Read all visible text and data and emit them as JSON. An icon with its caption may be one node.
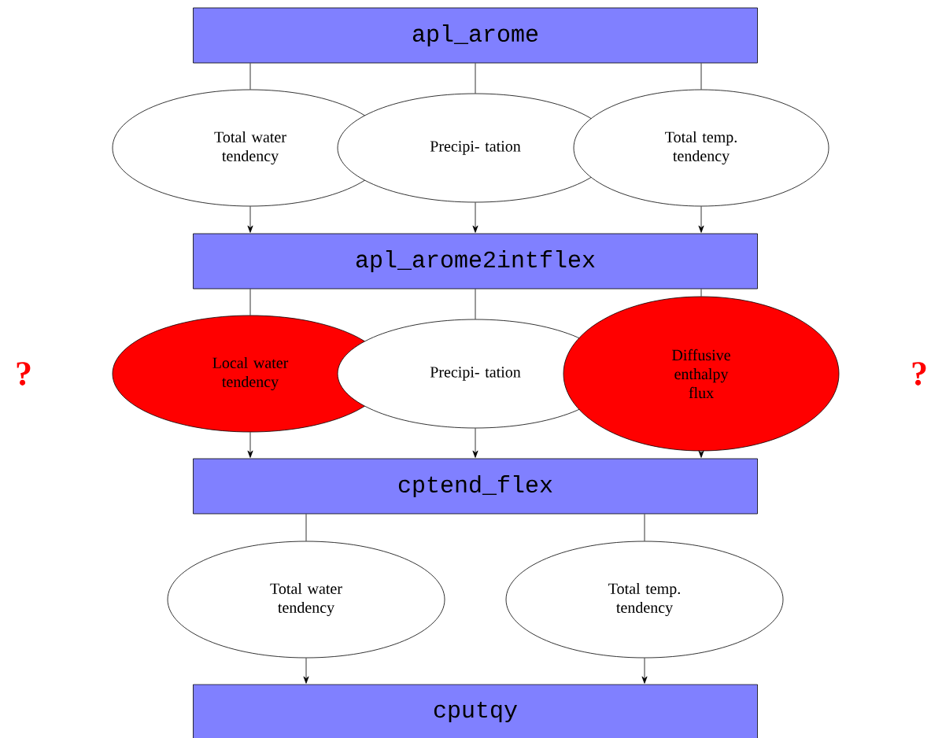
{
  "diagram": {
    "nodes": [
      {
        "text": [
          "apl_arome"
        ]
      },
      {
        "text": [
          "Total water tendency"
        ]
      },
      {
        "text": [
          "Precipi- tation"
        ]
      },
      {
        "text": [
          "Total temp. tendency"
        ]
      },
      {
        "text": [
          "apl_arome2intflex"
        ]
      },
      {
        "text": [
          "Local water tendency"
        ]
      },
      {
        "text": [
          "Precipi- tation"
        ]
      },
      {
        "text": [
          "Diffusive enthalpy flux"
        ]
      },
      {
        "text": [
          "cptend_flex"
        ]
      },
      {
        "text": [
          "Total water tendency"
        ]
      },
      {
        "text": [
          "Total temp. tendency"
        ]
      },
      {
        "text": [
          "cputqy"
        ]
      }
    ],
    "edges": [
      {
        "from": 0,
        "to": 1,
        "arrow": "none"
      },
      {
        "from": 0,
        "to": 2,
        "arrow": "none"
      },
      {
        "from": 0,
        "to": 3,
        "arrow": "none"
      },
      {
        "from": 1,
        "to": 4,
        "arrow": "to"
      },
      {
        "from": 2,
        "to": 4,
        "arrow": "to"
      },
      {
        "from": 3,
        "to": 4,
        "arrow": "to"
      },
      {
        "from": 4,
        "to": 5,
        "arrow": "none"
      },
      {
        "from": 4,
        "to": 6,
        "arrow": "none"
      },
      {
        "from": 4,
        "to": 7,
        "arrow": "none"
      },
      {
        "from": 5,
        "to": 8,
        "arrow": "to"
      },
      {
        "from": 6,
        "to": 8,
        "arrow": "to"
      },
      {
        "from": 7,
        "to": 8,
        "arrow": "to"
      },
      {
        "from": 8,
        "to": 9,
        "arrow": "none"
      },
      {
        "from": 8,
        "to": 10,
        "arrow": "none"
      },
      {
        "from": 9,
        "to": 11,
        "arrow": "to"
      },
      {
        "from": 10,
        "to": 11,
        "arrow": "to"
      }
    ],
    "labels": [
      "?",
      "?"
    ]
  }
}
